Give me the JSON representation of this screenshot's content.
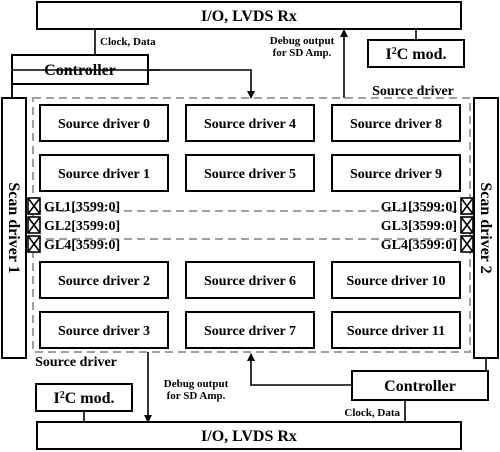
{
  "io_top": {
    "label": "I/O, LVDS Rx"
  },
  "io_bottom": {
    "label": "I/O, LVDS Rx"
  },
  "controller_top": {
    "label": "Controller"
  },
  "controller_bottom": {
    "label": "Controller"
  },
  "i2c_top": {
    "prefix": "I",
    "sup": "2",
    "suffix": "C mod."
  },
  "i2c_bottom": {
    "prefix": "I",
    "sup": "2",
    "suffix": "C mod."
  },
  "scan_driver_left": {
    "label": "Scan driver 1"
  },
  "scan_driver_right": {
    "label": "Scan driver 2"
  },
  "labels": {
    "clock_data_top": "Clock, Data",
    "clock_data_bottom": "Clock, Data",
    "debug_top_line1": "Debug output",
    "debug_top_line2": "for SD Amp.",
    "debug_bottom_line1": "Debug output",
    "debug_bottom_line2": "for SD Amp.",
    "source_driver_region_top": "Source driver",
    "source_driver_region_bottom": "Source driver"
  },
  "source_drivers": [
    "Source driver 0",
    "Source driver 4",
    "Source driver 8",
    "Source driver 1",
    "Source driver 5",
    "Source driver 9",
    "Source driver 2",
    "Source driver 6",
    "Source driver 10",
    "Source driver 3",
    "Source driver 7",
    "Source driver 11"
  ],
  "gate_lines_left": [
    "GL1[3599:0]",
    "GL2[3599:0]",
    "GL4[3599:0]"
  ],
  "gate_lines_right": [
    "GL1[3599:0]",
    "GL3[3599:0]",
    "GL4[3599:0]"
  ]
}
